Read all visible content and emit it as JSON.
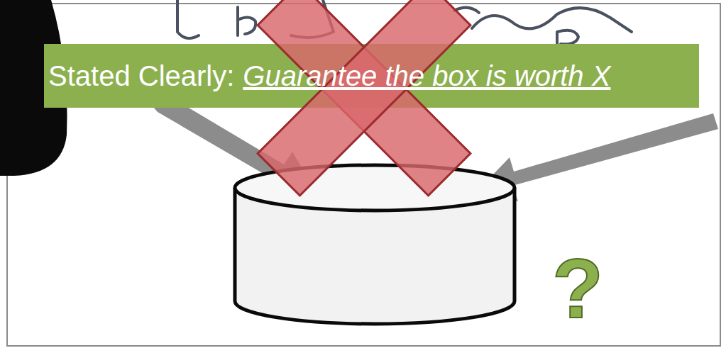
{
  "diagram": {
    "nodes": [
      {
        "text": [
          "Stated Clearly:",
          "Guarantee the box is worth X"
        ]
      }
    ],
    "labels": [
      "?"
    ]
  }
}
